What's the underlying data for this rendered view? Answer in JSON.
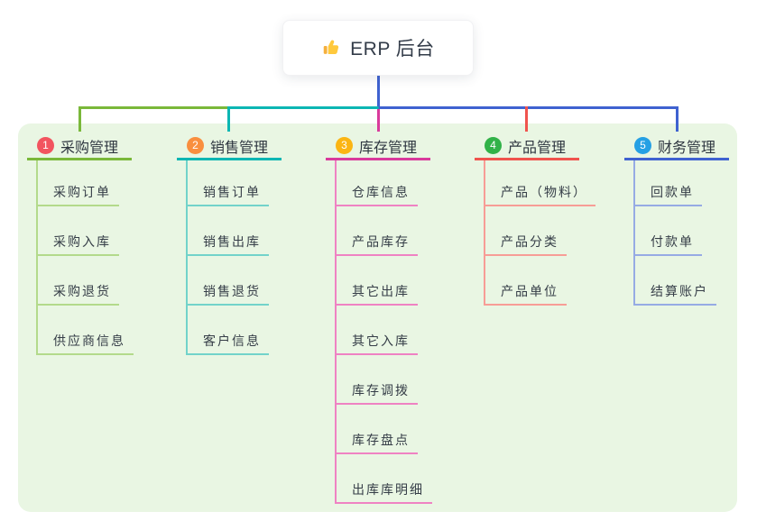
{
  "root": {
    "icon": "thumbs-up",
    "label": "ERP 后台"
  },
  "panel_color": "#e9f6e3",
  "connector_color": "#4a58d8",
  "branches": [
    {
      "num": "1",
      "title": "采购管理",
      "color": "#7ab83a",
      "light_color": "#b3da8b",
      "badge_color": "#f2545f",
      "children": [
        "采购订单",
        "采购入库",
        "采购退货",
        "供应商信息"
      ]
    },
    {
      "num": "2",
      "title": "销售管理",
      "color": "#0cb6b3",
      "light_color": "#72d3ca",
      "badge_color": "#f98f3f",
      "children": [
        "销售订单",
        "销售出库",
        "销售退货",
        "客户信息"
      ]
    },
    {
      "num": "3",
      "title": "库存管理",
      "color": "#d93a9c",
      "light_color": "#ef82c3",
      "badge_color": "#fbb513",
      "children": [
        "仓库信息",
        "产品库存",
        "其它出库",
        "其它入库",
        "库存调拨",
        "库存盘点",
        "出库库明细"
      ]
    },
    {
      "num": "4",
      "title": "产品管理",
      "color": "#f0544e",
      "light_color": "#f79d96",
      "badge_color": "#31b248",
      "children": [
        "产品（物料）",
        "产品分类",
        "产品单位"
      ]
    },
    {
      "num": "5",
      "title": "财务管理",
      "color": "#3f62d0",
      "light_color": "#96abe4",
      "badge_color": "#25a0e4",
      "children": [
        "回款单",
        "付款单",
        "结算账户"
      ]
    }
  ]
}
